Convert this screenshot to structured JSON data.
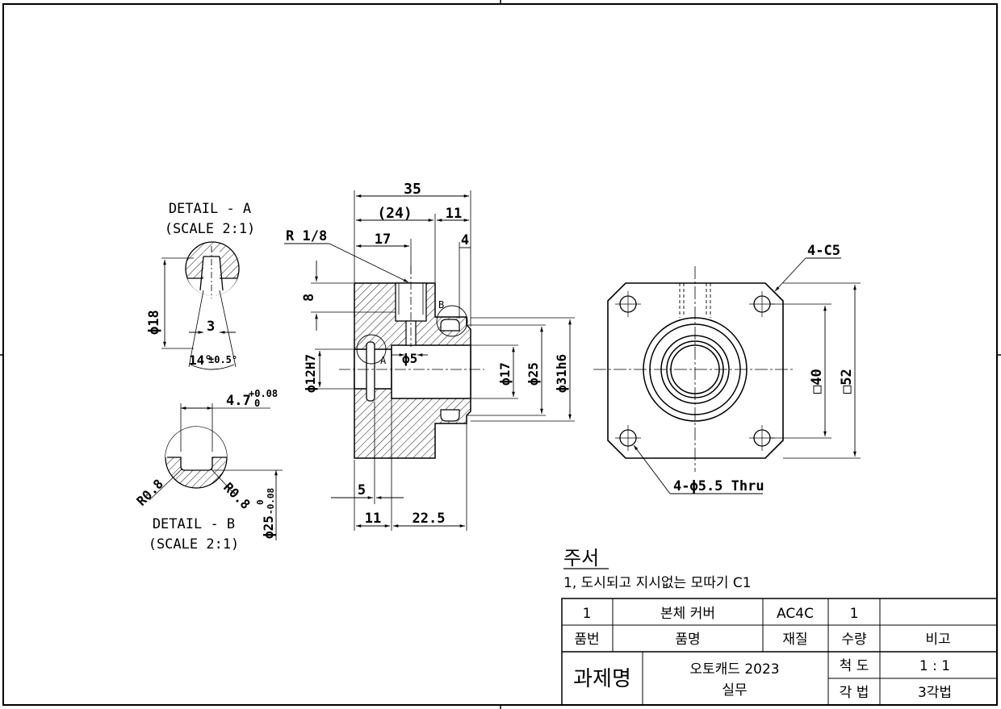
{
  "detail_a": {
    "title": "DETAIL - A",
    "scale": "(SCALE 2:1)",
    "dia": "ϕ18",
    "width": "3",
    "angle": "14°",
    "angle_tol": "±0.5°"
  },
  "detail_b": {
    "title": "DETAIL - B",
    "scale": "(SCALE 2:1)",
    "width": "4.7",
    "tol_upper": "+0.08",
    "tol_lower": "0",
    "radius_left": "R0.8",
    "radius_right": "R0.8",
    "dia": "ϕ25",
    "dia_tol_upper": "0",
    "dia_tol_lower": "-0.08"
  },
  "section_view": {
    "thread": "R 1/8",
    "len_total": "35",
    "len_ref": "(24)",
    "len_11_top": "11",
    "len_17": "17",
    "len_4": "4",
    "depth_8": "8",
    "bore_h7": "ϕ12H7",
    "hole_5": "ϕ5",
    "dia_17": "ϕ17",
    "dia_25": "ϕ25",
    "dia_31": "ϕ31h6",
    "len_5": "5",
    "len_11_bottom": "11",
    "len_22_5": "22.5",
    "marker_a": "A",
    "marker_b": "B"
  },
  "front_view": {
    "chamfer": "4-C5",
    "holes": "4-ϕ5.5 Thru",
    "square_40": "□40",
    "square_52": "□52"
  },
  "notes": {
    "heading": "주서",
    "line1": "1, 도시되고 지시없는 모따기 C1"
  },
  "title_block": {
    "row1": {
      "no": "1",
      "name": "본체 커버",
      "material": "AC4C",
      "qty": "1",
      "remark": ""
    },
    "headers": {
      "no": "품번",
      "name": "품명",
      "material": "재질",
      "qty": "수량",
      "remark": "비고"
    },
    "project_label": "과제명",
    "project_line1": "오토캐드 2023",
    "project_line2": "실무",
    "scale_label": "척 도",
    "scale_value": "1 : 1",
    "projection_label": "각 법",
    "projection_value": "3각법"
  }
}
